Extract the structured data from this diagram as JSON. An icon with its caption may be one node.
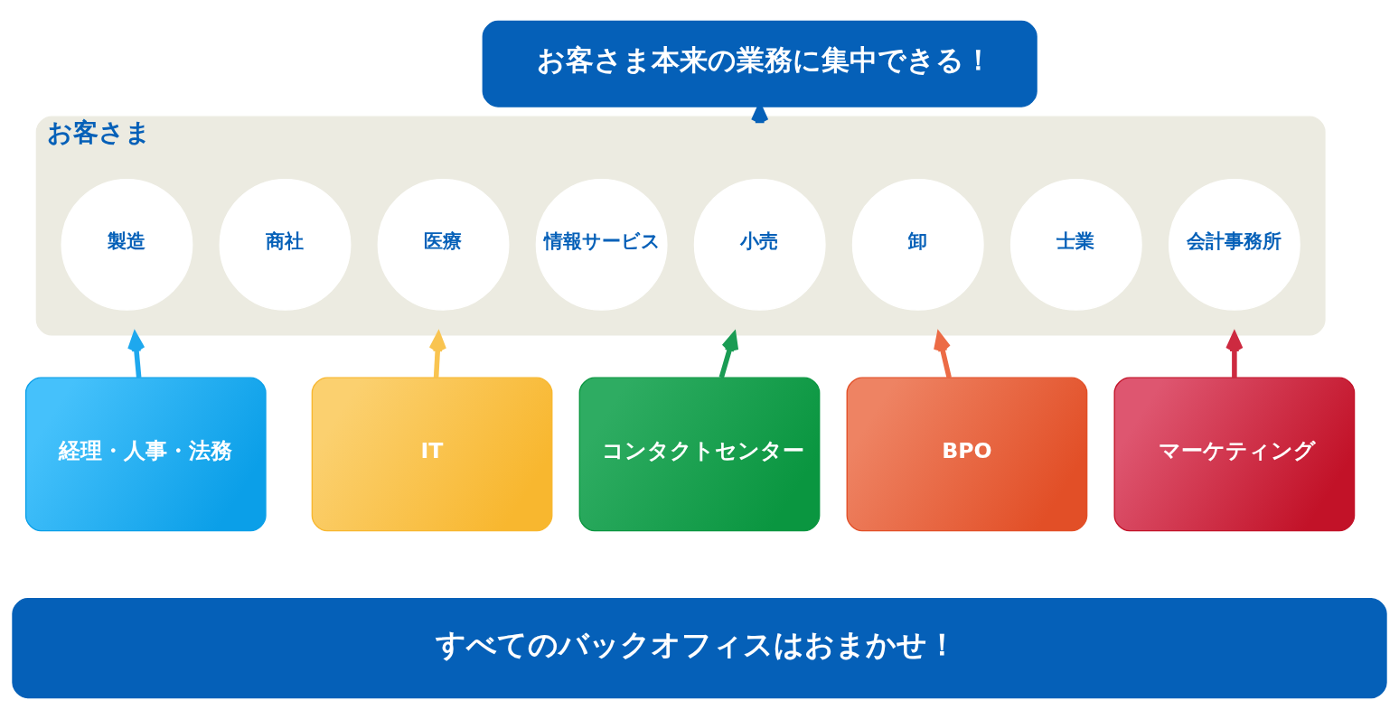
{
  "diagram": {
    "nodes": [
      {
        "text": [
          "お客さま本来の業務に集中できる！"
        ]
      },
      {
        "text": [
          "お客さま"
        ]
      },
      {
        "text": [
          "製造"
        ],
        "in": 1
      },
      {
        "text": [
          "商社"
        ],
        "in": 1
      },
      {
        "text": [
          "医療"
        ],
        "in": 1
      },
      {
        "text": [
          "情報サービス"
        ],
        "in": 1
      },
      {
        "text": [
          "小売"
        ],
        "in": 1
      },
      {
        "text": [
          "卸"
        ],
        "in": 1
      },
      {
        "text": [
          "士業"
        ],
        "in": 1
      },
      {
        "text": [
          "会計事務所"
        ],
        "in": 1
      },
      {
        "text": [
          "経理・人事・法務"
        ]
      },
      {
        "text": [
          "IT"
        ]
      },
      {
        "text": [
          "コンタクトセンター"
        ]
      },
      {
        "text": [
          "BPO"
        ]
      },
      {
        "text": [
          "マーケティング"
        ]
      },
      {
        "text": [
          "すべてのバックオフィスはおまかせ！"
        ]
      }
    ],
    "edges": [
      {
        "from": 1,
        "to": 0,
        "arrow": "to",
        "color": "#0560b8"
      },
      {
        "from": 10,
        "to": 1,
        "arrow": "to",
        "color": "#1ea8ee"
      },
      {
        "from": 11,
        "to": 1,
        "arrow": "to",
        "color": "#f9c450"
      },
      {
        "from": 12,
        "to": 1,
        "arrow": "to",
        "color": "#1a9c54"
      },
      {
        "from": 13,
        "to": 1,
        "arrow": "to",
        "color": "#ec6b45"
      },
      {
        "from": 14,
        "to": 1,
        "arrow": "to",
        "color": "#cd2a40"
      }
    ]
  }
}
